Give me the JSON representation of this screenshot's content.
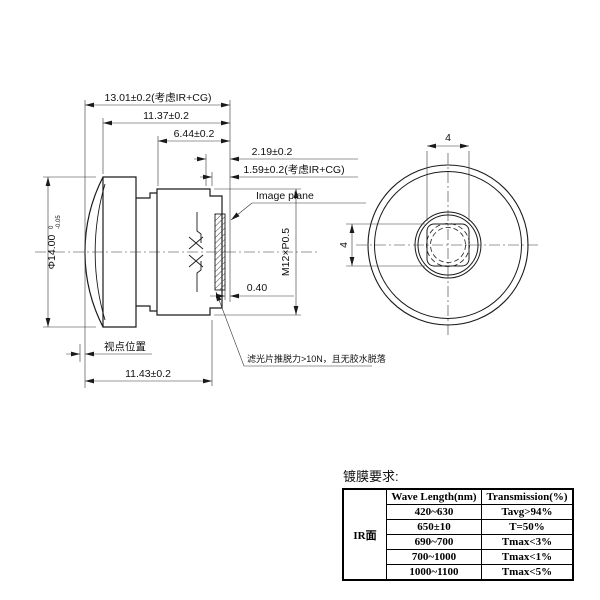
{
  "side_view": {
    "dim_total": "13.01±0.2(考虑IR+CG)",
    "dim_1137": "11.37±0.2",
    "dim_644": "6.44±0.2",
    "dim_219": "2.19±0.2",
    "dim_159": "1.59±0.2(考虑IR+CG)",
    "dim_dia": "Φ14.00",
    "dim_dia_tol_upper": "0",
    "dim_dia_tol_lower": "-0.05",
    "dim_thread": "M12×P0.5",
    "dim_040": "0.40",
    "dim_1143": "11.43±0.2",
    "label_viewpoint": "视点位置",
    "label_image_plane": "Image plane",
    "note_filter": "滤光片推脱力>10N，且无胶水脱落"
  },
  "front_view": {
    "dim_width": "4",
    "dim_height": "4"
  },
  "coating_table": {
    "title": "镀膜要求:",
    "row_header": "IR面",
    "col_wave": "Wave Length(nm)",
    "col_trans": "Transmission(%)",
    "rows": [
      {
        "wave": "420~630",
        "trans": "Tavg>94%"
      },
      {
        "wave": "650±10",
        "trans": "T=50%"
      },
      {
        "wave": "690~700",
        "trans": "Tmax<3%"
      },
      {
        "wave": "700~1000",
        "trans": "Tmax<1%"
      },
      {
        "wave": "1000~1100",
        "trans": "Tmax<5%"
      }
    ]
  },
  "colors": {
    "line": "#1a1a1a",
    "thin_line": "#333333",
    "background": "#ffffff"
  }
}
